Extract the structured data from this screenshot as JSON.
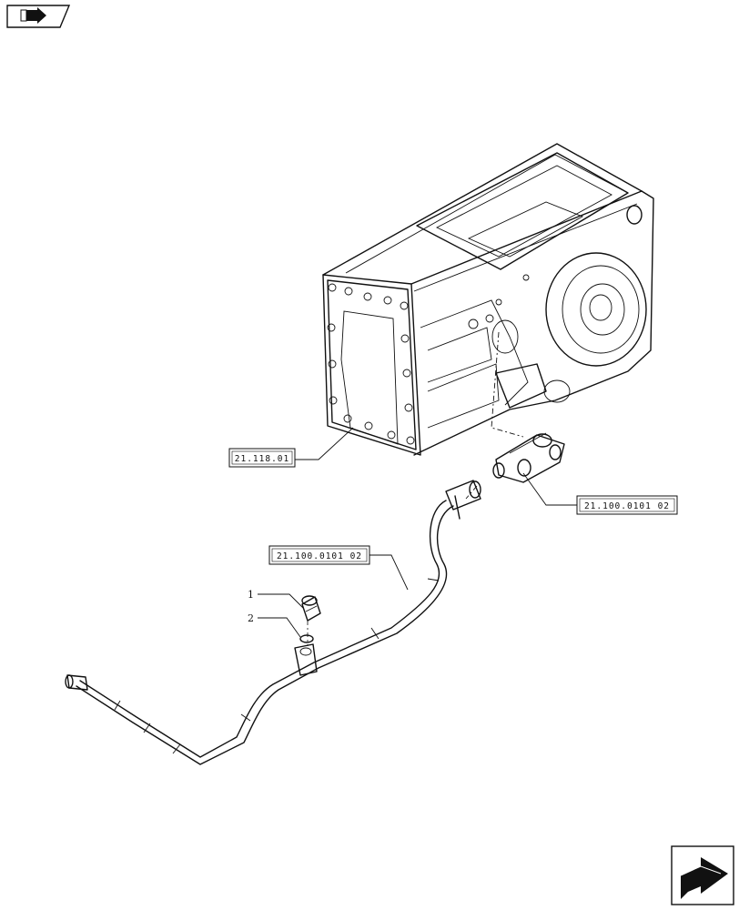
{
  "references": {
    "gearbox_housing": "21.118.01",
    "valve_assembly": "21.100.0101 02",
    "pipe_assembly": "21.100.0101 02"
  },
  "items": {
    "item_1": "1",
    "item_2": "2"
  },
  "icons": {
    "top_left": "previous-page-arrow-icon",
    "bottom_right": "next-page-arrow-icon"
  }
}
